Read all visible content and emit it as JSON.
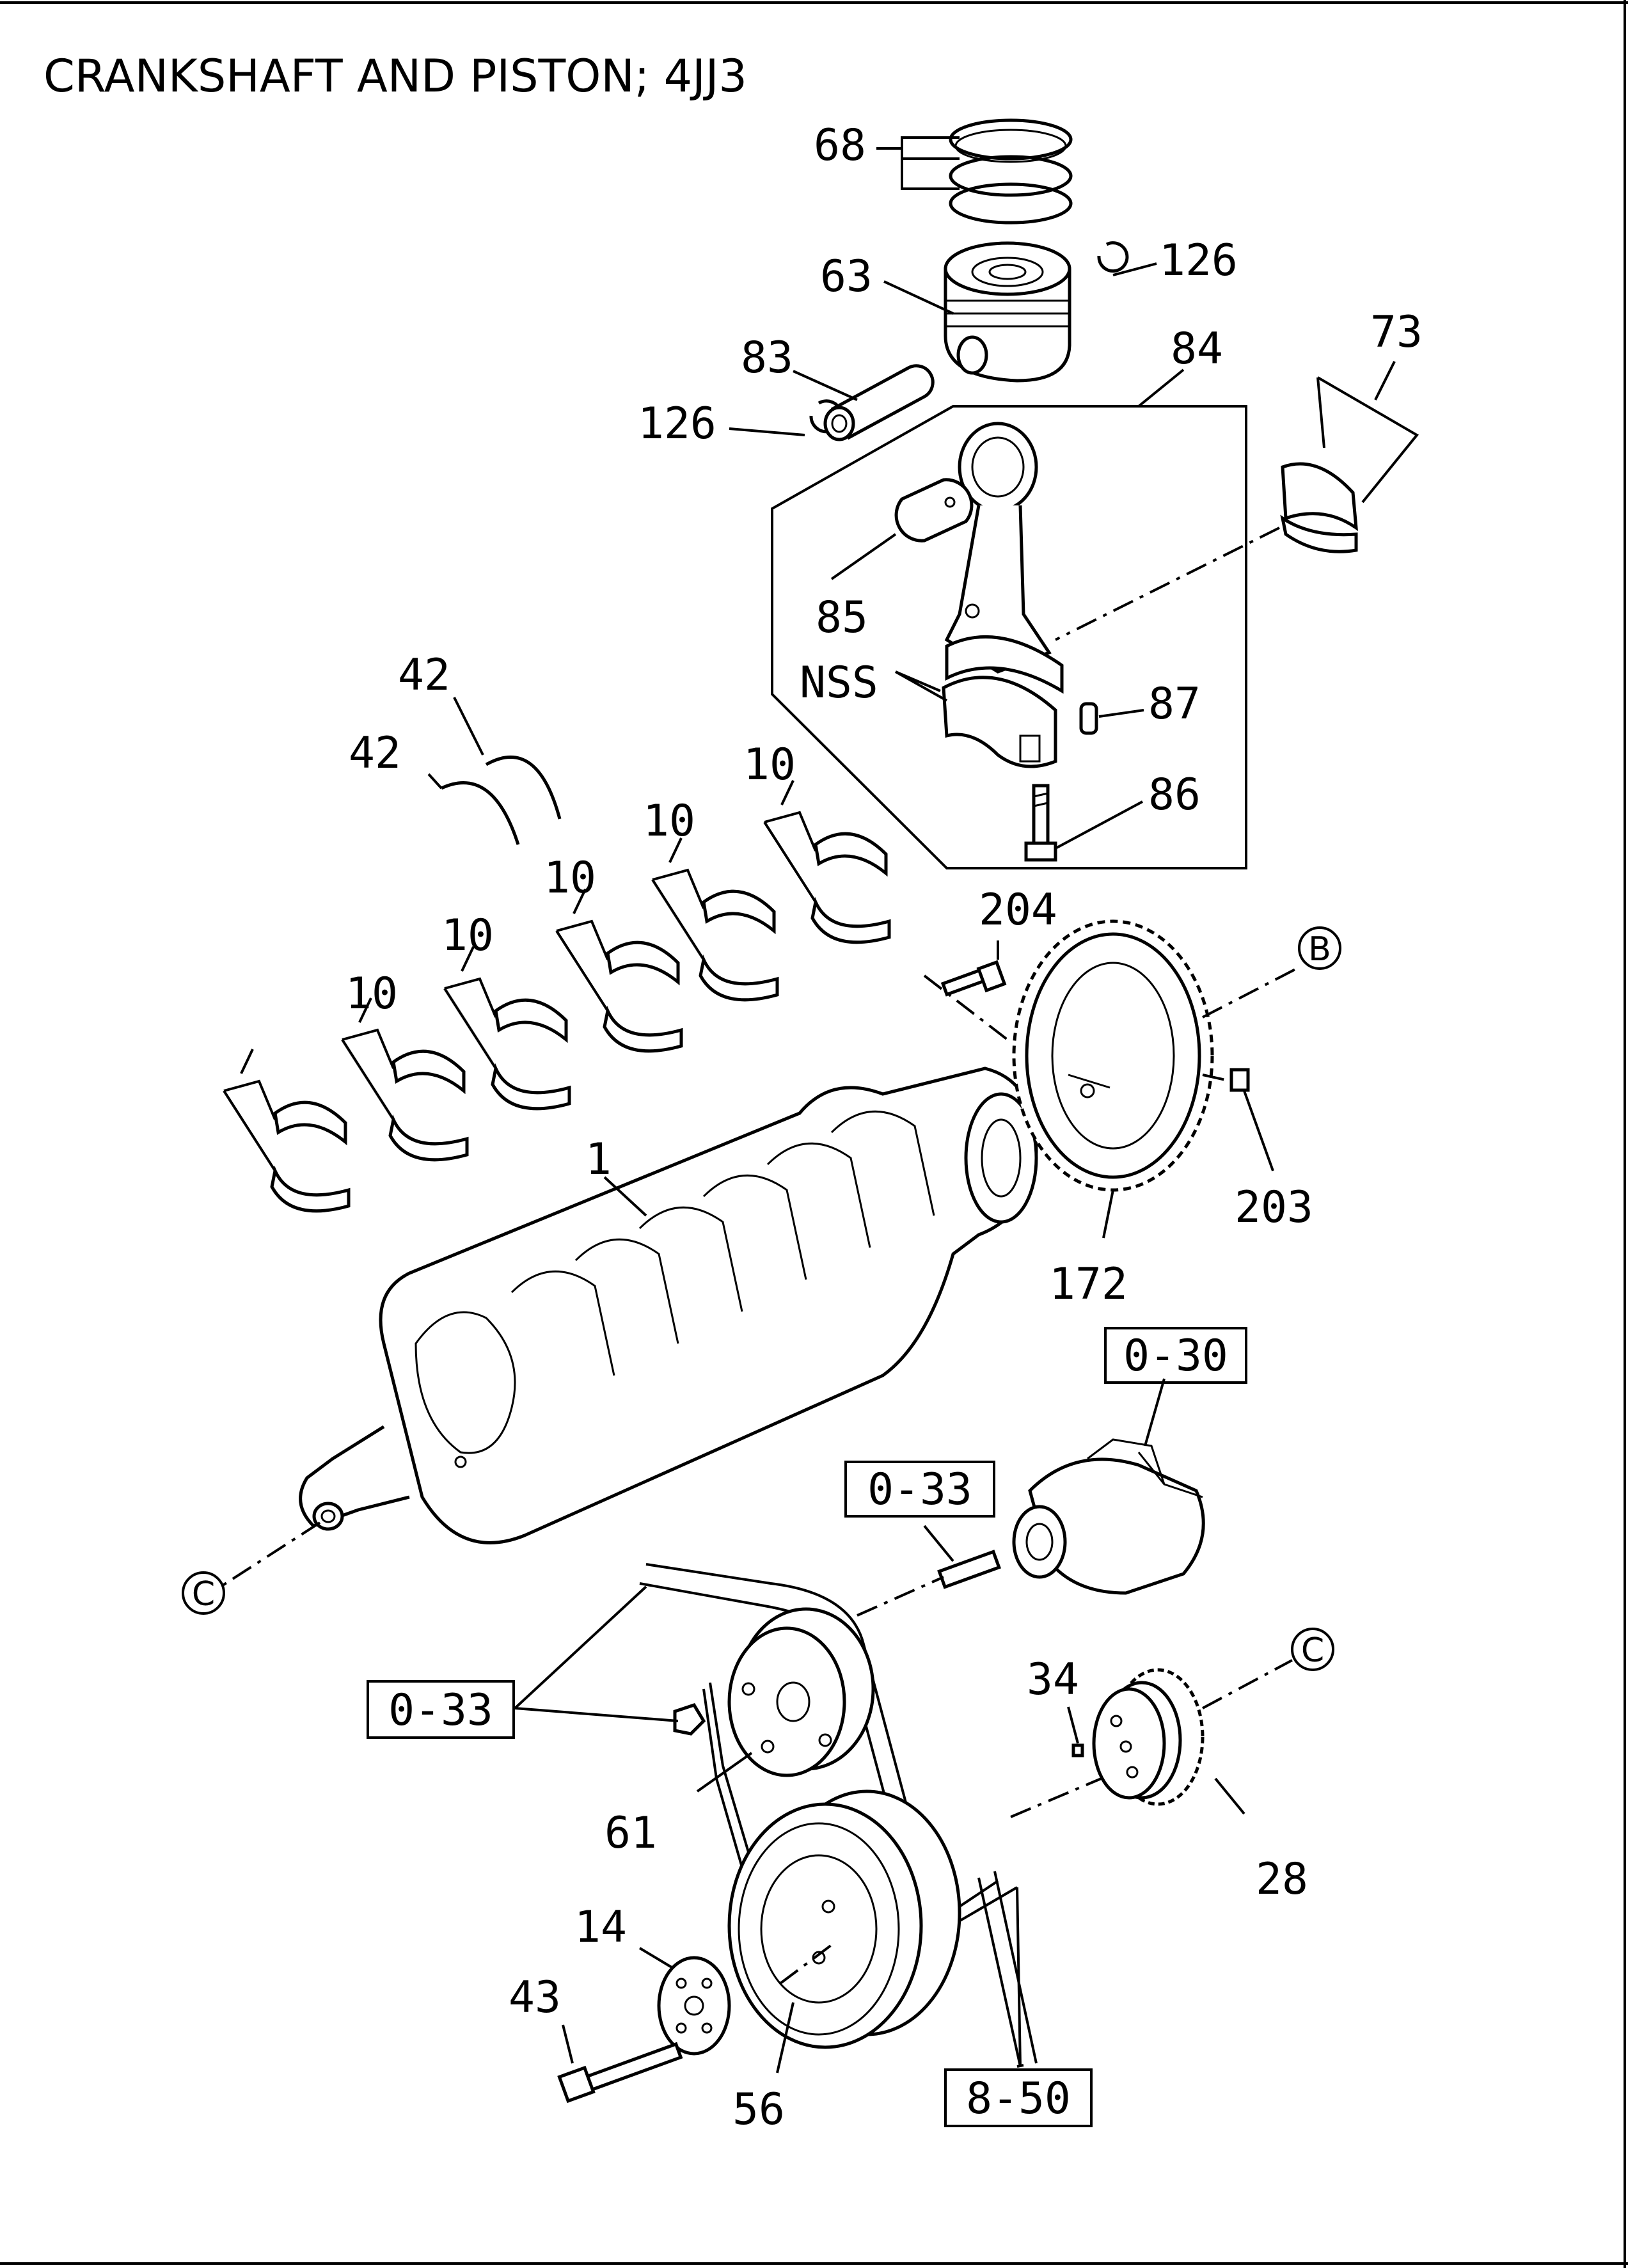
{
  "title": "CRANKSHAFT AND PISTON; 4JJ3",
  "callouts": {
    "c68": "68",
    "c63": "63",
    "c126a": "126",
    "c83": "83",
    "c84": "84",
    "c73": "73",
    "c126b": "126",
    "c85": "85",
    "cnss": "NSS",
    "c87": "87",
    "c86": "86",
    "c42a": "42",
    "c42b": "42",
    "c10a": "10",
    "c10b": "10",
    "c10c": "10",
    "c10d": "10",
    "c10e": "10",
    "c10f": "10",
    "c204": "204",
    "c203": "203",
    "c172": "172",
    "c1": "1",
    "c34": "34",
    "c28": "28",
    "c61": "61",
    "c14": "14",
    "c43": "43",
    "c56": "56"
  },
  "reference_boxes": {
    "r030": "0-30",
    "r033a": "0-33",
    "r033b": "0-33",
    "r850": "8-50"
  },
  "circle_refs": {
    "b": "B",
    "c_top": "C",
    "c_left": "C"
  }
}
